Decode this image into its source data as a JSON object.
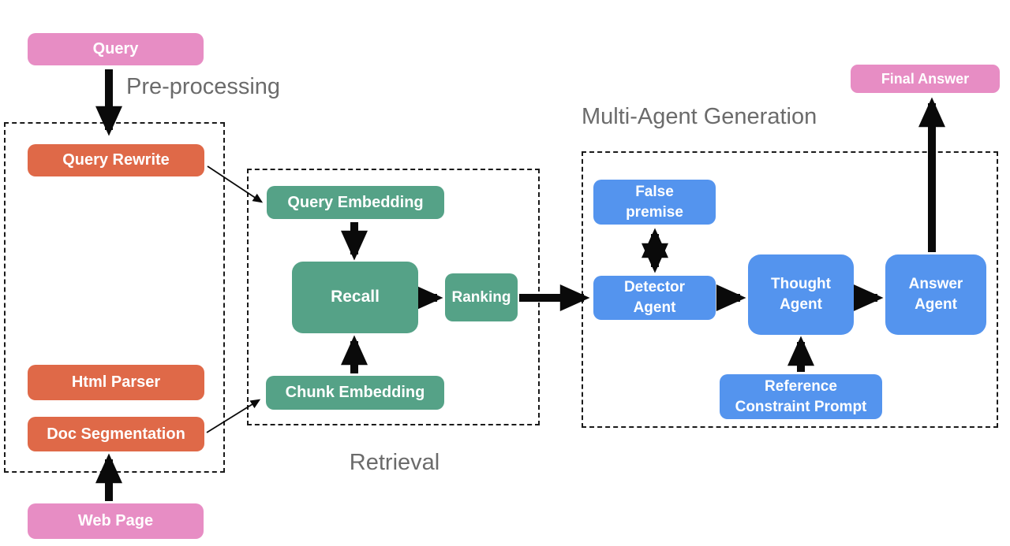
{
  "palette": {
    "pink": "#e78dc4",
    "orange": "#df6948",
    "green": "#55a287",
    "blue": "#5494ee",
    "section_label_gray": "#6b6b6b",
    "arrow_black": "#0a0a0a",
    "dash_border": "#1a1a1a",
    "background": "#ffffff",
    "node_text": "#ffffff"
  },
  "sections": {
    "preprocessing": {
      "label": "Pre-processing"
    },
    "retrieval": {
      "label": "Retrieval"
    },
    "multi_agent": {
      "label": "Multi-Agent Generation"
    }
  },
  "nodes": {
    "query": "Query",
    "query_rewrite": "Query Rewrite",
    "html_parser": "Html Parser",
    "doc_segmentation": "Doc Segmentation",
    "web_page": "Web Page",
    "query_embedding": "Query Embedding",
    "recall": "Recall",
    "ranking": "Ranking",
    "chunk_embedding": "Chunk Embedding",
    "false_premise": [
      "False",
      "premise"
    ],
    "detector_agent": [
      "Detector",
      "Agent"
    ],
    "thought_agent": [
      "Thought",
      "Agent"
    ],
    "answer_agent": [
      "Answer",
      "Agent"
    ],
    "reference_constraint_prompt": [
      "Reference",
      "Constraint Prompt"
    ],
    "final_answer": "Final Answer"
  }
}
